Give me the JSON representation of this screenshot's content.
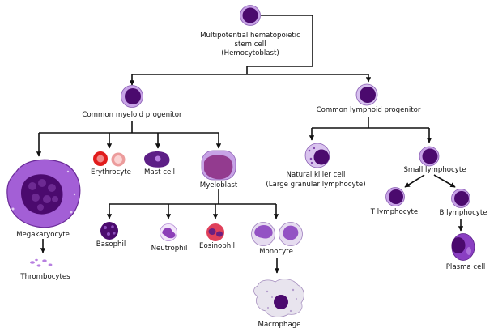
{
  "labels": {
    "stem_cell_line1": "Multipotential hematopoietic",
    "stem_cell_line2": "stem cell",
    "stem_cell_line3": "(Hemocytoblast)",
    "myeloid_progenitor": "Common myeloid progenitor",
    "lymphoid_progenitor": "Common lymphoid progenitor",
    "megakaryocyte": "Megakaryocyte",
    "thrombocytes": "Thrombocytes",
    "erythrocyte": "Erythrocyte",
    "mast_cell": "Mast cell",
    "myeloblast": "Myeloblast",
    "basophil": "Basophil",
    "neutrophil": "Neutrophil",
    "eosinophil": "Eosinophil",
    "monocyte": "Monocyte",
    "macrophage": "Macrophage",
    "nk_cell_line1": "Natural killer cell",
    "nk_cell_line2": "(Large granular lymphocyte)",
    "small_lymphocyte": "Small lymphocyte",
    "t_lymphocyte": "T lymphocyte",
    "b_lymphocyte": "B lymphocyte",
    "plasma_cell": "Plasma cell"
  },
  "colors": {
    "line": "#111111",
    "nucleus": "#4b0a6e",
    "cytoplasm_light": "#c7a2e6",
    "cytoplasm_pale": "#eadcf5",
    "megakaryocyte_body": "#a35fd6",
    "erythrocyte_red": "#e11d1d",
    "eosinophil_red": "#e0405a"
  }
}
